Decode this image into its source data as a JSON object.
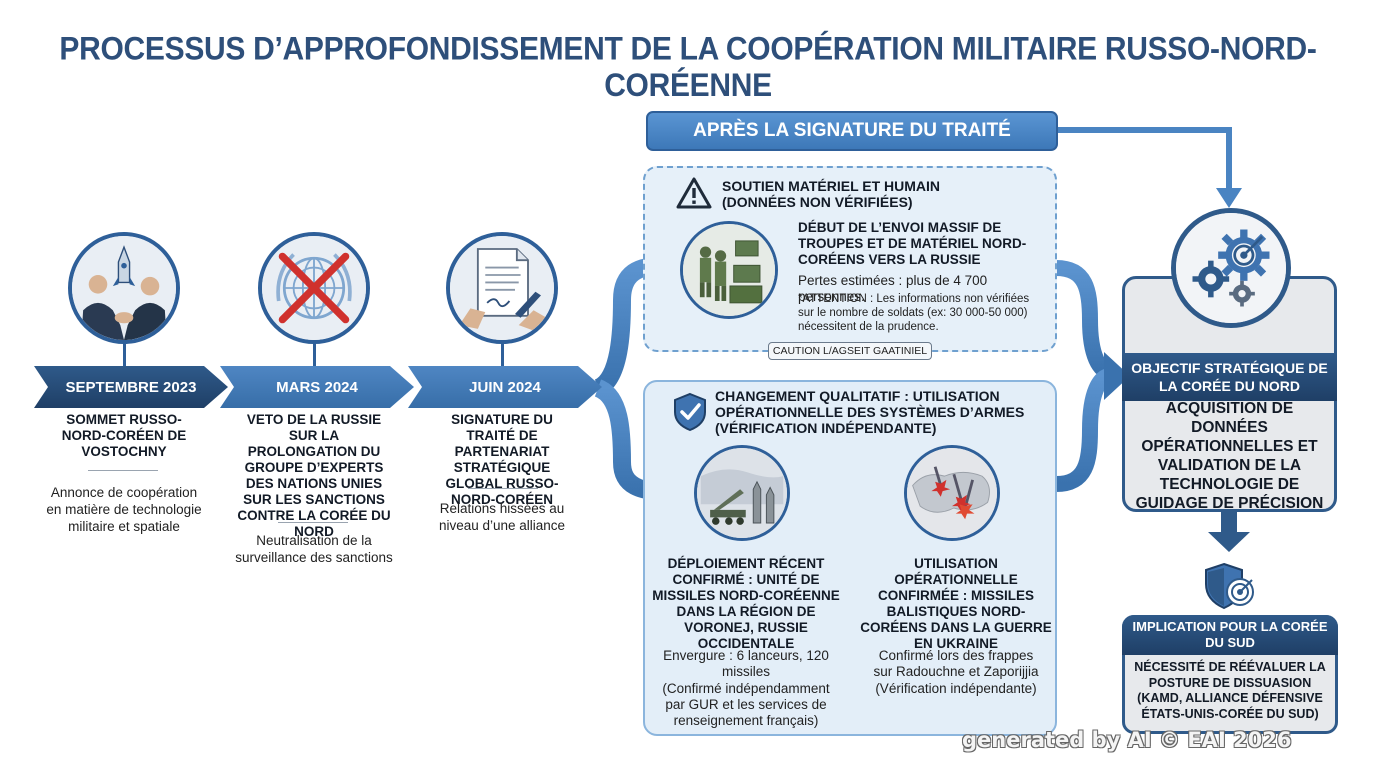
{
  "title": "PROCESSUS D’APPROFONDISSEMENT DE LA COOPÉRATION MILITAIRE RUSSO-NORD-CORÉENNE",
  "timeline": [
    {
      "date": "SEPTEMBRE 2023",
      "title": "SOMMET RUSSO-NORD-CORÉEN DE VOSTOCHNY",
      "subtitle": "Annonce de coopération en matière de technologie militaire et spatiale"
    },
    {
      "date": "MARS 2024",
      "title": "VETO DE LA RUSSIE SUR LA PROLONGATION DU GROUPE D’EXPERTS DES NATIONS UNIES SUR LES SANCTIONS CONTRE LA CORÉE DU NORD",
      "subtitle": "Neutralisation de la surveillance des sanctions"
    },
    {
      "date": "JUIN 2024",
      "title": "SIGNATURE DU TRAITÉ DE PARTENARIAT STRATÉGIQUE GLOBAL RUSSO-NORD-CORÉEN",
      "subtitle": "Relations hissées au niveau d’une alliance"
    }
  ],
  "post_treaty": {
    "header": "APRÈS LA SIGNATURE DU TRAITÉ",
    "support": {
      "header": "SOUTIEN MATÉRIEL ET HUMAIN (DONNÉES NON VÉRIFIÉES)",
      "headline": "DÉBUT DE L’ENVOI MASSIF DE TROUPES ET DE MATÉRIEL NORD-CORÉENS VERS LA RUSSIE",
      "losses": "Pertes estimées : plus de 4 700 personnes.",
      "note": "*ATTENTION : Les informations non vérifiées sur le nombre de soldats (ex: 30 000-50 000) nécessitent de la prudence.",
      "caution_tag": "CAUTION L/AGSEIT GAATINIEL"
    },
    "qualitative": {
      "header": "CHANGEMENT QUALITATIF : UTILISATION OPÉRATIONNELLE DES SYSTÈMES D’ARMES (VÉRIFICATION INDÉPENDANTE)",
      "deployment": {
        "title": "DÉPLOIEMENT RÉCENT CONFIRMÉ : UNITÉ DE MISSILES NORD-CORÉENNE DANS LA RÉGION DE VORONEJ, RUSSIE OCCIDENTALE",
        "detail_1": "Envergure : 6 lanceurs, 120 missiles",
        "detail_2": "(Confirmé indépendamment par GUR et les services de renseignement français)"
      },
      "usage": {
        "title": "UTILISATION OPÉRATIONNELLE CONFIRMÉE : MISSILES BALISTIQUES NORD-CORÉENS DANS LA GUERRE EN UKRAINE",
        "detail_1": "Confirmé lors des frappes sur Radouchne et Zaporijjia",
        "detail_2": "(Vérification indépendante)"
      }
    }
  },
  "objective": {
    "header": "OBJECTIF STRATÉGIQUE DE LA CORÉE DU NORD",
    "body": "ACQUISITION DE DONNÉES OPÉRATIONNELLES ET VALIDATION DE LA TECHNOLOGIE DE GUIDAGE DE PRÉCISION"
  },
  "implication": {
    "header": "IMPLICATION POUR LA CORÉE DU SUD",
    "body": "NÉCESSITÉ DE RÉÉVALUER LA POSTURE DE DISSUASION (KAMD, ALLIANCE DÉFENSIVE ÉTATS-UNIS-CORÉE DU SUD)"
  },
  "watermark": "generated by AI © EAI 2026",
  "colors": {
    "navy": "#2f5a8a",
    "blue": "#4f86c3",
    "panel": "#e6f0f9",
    "danger": "#d0312d"
  }
}
